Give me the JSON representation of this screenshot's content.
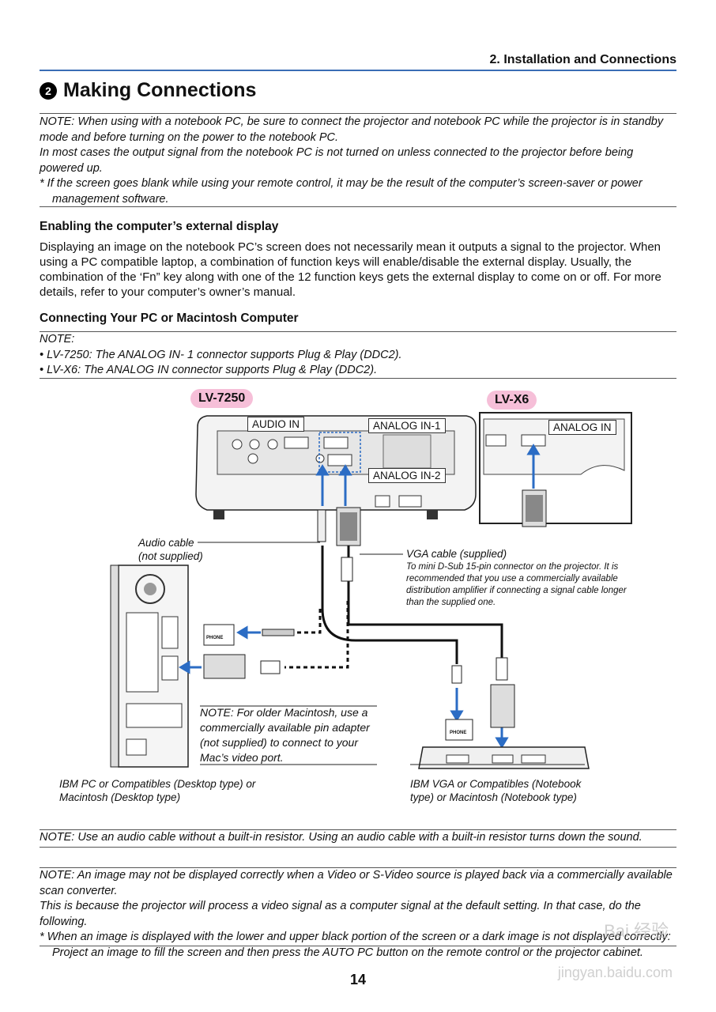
{
  "header": {
    "section": "2. Installation and Connections"
  },
  "title": {
    "number": "2",
    "text": "Making Connections"
  },
  "note1": {
    "line1": "NOTE: When using with a notebook PC, be sure to connect the projector and notebook PC while the projector is in standby mode and before turning on the power to the notebook PC.",
    "line2": "In most cases the output signal from the notebook PC is not turned on unless connected to the projector before being powered up.",
    "line3": "*  If the screen goes blank while using your remote control, it may be the result of the computer’s screen-saver or power management software."
  },
  "section1": {
    "heading": "Enabling the computer’s external display",
    "body": "Displaying an image on the notebook PC’s screen does not necessarily mean it outputs a signal to the projector. When using a PC compatible laptop, a combination of function keys will enable/disable the external display. Usually, the combination of the ‘Fn” key along with one of the 12 function keys gets the external display to come on or off. For more details, refer to your computer’s owner’s manual."
  },
  "section2": {
    "heading": "Connecting Your PC or Macintosh Computer",
    "note_title": "NOTE:",
    "note_b1": "• LV-7250: The ANALOG IN- 1 connector supports Plug & Play (DDC2).",
    "note_b2": "• LV-X6: The ANALOG IN connector supports Plug & Play (DDC2)."
  },
  "diagram": {
    "model1": "LV-7250",
    "model2": "LV-X6",
    "audio_in": "AUDIO IN",
    "analog_in_1": "ANALOG IN-1",
    "analog_in_2": "ANALOG IN-2",
    "analog_in": "ANALOG IN",
    "audio_cable": "Audio cable",
    "audio_cable_sub": "(not supplied)",
    "vga_cable": "VGA cable (supplied)",
    "vga_note": "To mini D-Sub 15-pin connector on the projector. It is recommended that you use a commercially available distribution amplifier if connecting a signal cable longer than the supplied one.",
    "phone": "PHONE",
    "mac_note": "NOTE: For older Macintosh, use a commercially available pin adapter (not supplied) to connect to your Mac’s video port.",
    "desktop_caption": "IBM PC or Compatibles (Desktop type) or Macintosh (Desktop type)",
    "notebook_caption": "IBM VGA or Compatibles (Notebook type) or Macintosh (Notebook type)"
  },
  "note2": "NOTE: Use an audio cable without a built-in resistor. Using an audio cable with a built-in resistor turns down the sound.",
  "note3": {
    "line1": "NOTE: An image may not be displayed correctly when a Video or S-Video source is played back via a commercially available scan converter.",
    "line2": "This is because the projector will process a video signal as a computer signal at the default setting. In that case, do the following.",
    "line3": "*  When an image is displayed with the lower and upper black portion of the screen or a dark image is not displayed correctly: Project an image to fill the screen and then press the AUTO PC button on the remote control or the projector cabinet."
  },
  "page_number": "14",
  "watermark": {
    "text1": "Bai 经验",
    "text2": "jingyan.baidu.com"
  },
  "colors": {
    "rule": "#3a6db5",
    "arrow": "#2b6cc4",
    "pill": "#f6bfd8"
  }
}
